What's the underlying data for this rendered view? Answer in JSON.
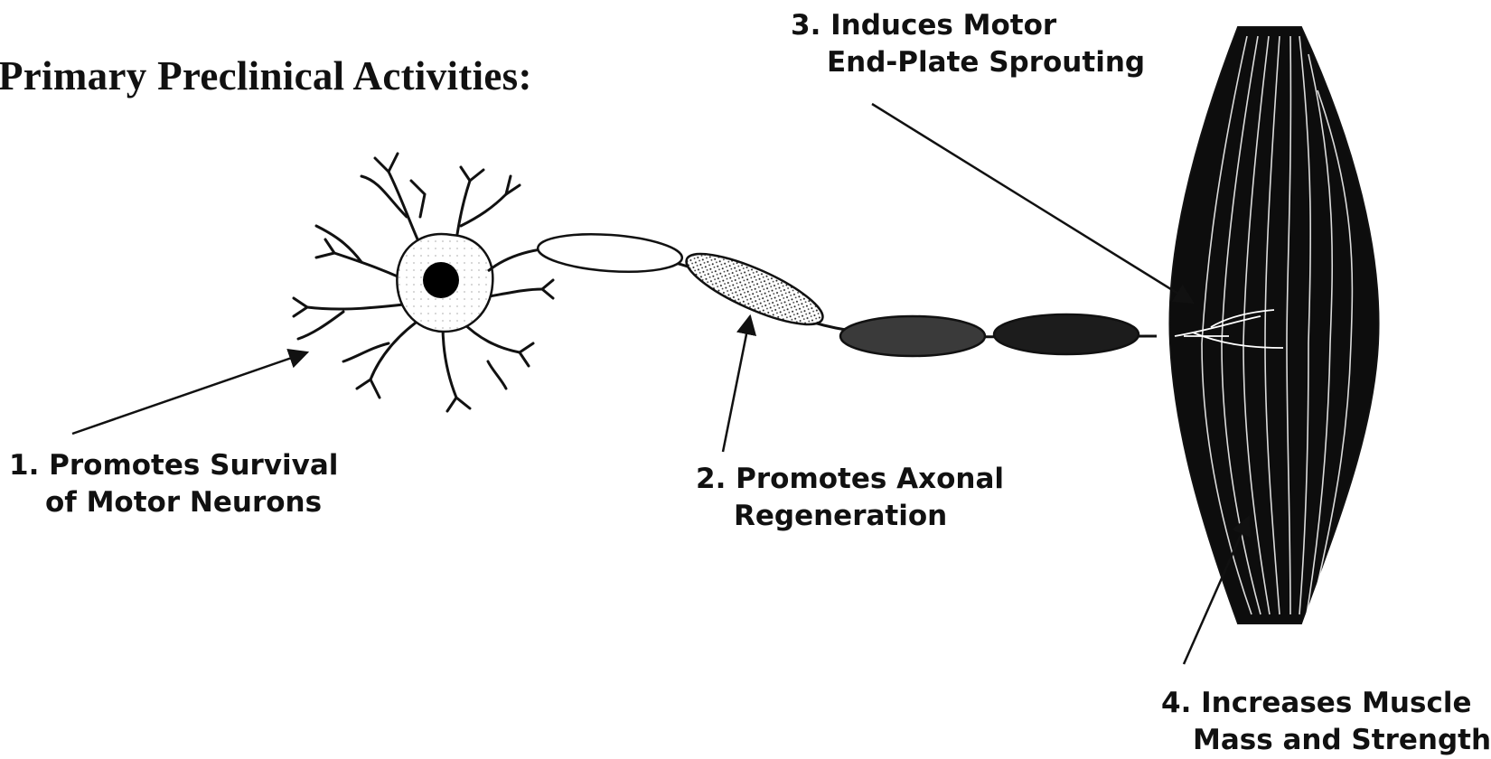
{
  "title": "Primary Preclinical Activities:",
  "labels": {
    "survival": {
      "line1": "1. Promotes Survival",
      "line2": "of Motor Neurons"
    },
    "regeneration": {
      "line1": "2. Promotes Axonal",
      "line2": "Regeneration"
    },
    "sprouting": {
      "line1": "3. Induces Motor",
      "line2": "End-Plate Sprouting"
    },
    "muscle": {
      "line1": "4. Increases Muscle",
      "line2": "Mass and Strength"
    }
  },
  "colors": {
    "ink": "#111111",
    "background": "#ffffff"
  }
}
